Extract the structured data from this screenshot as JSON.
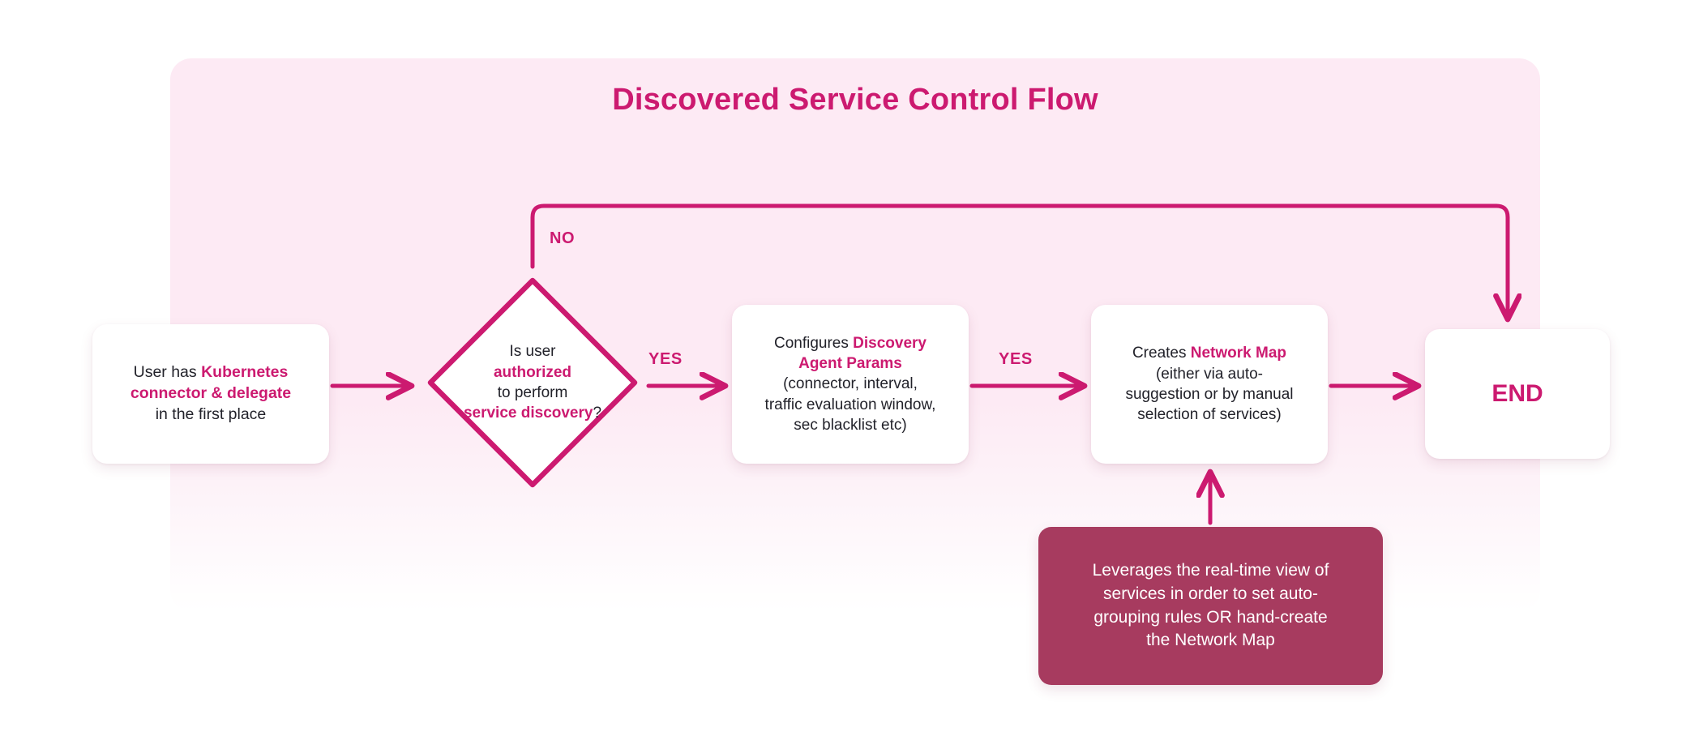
{
  "diagram": {
    "title": "Discovered Service Control Flow",
    "type": "flowchart",
    "colors": {
      "accent": "#cc1a70",
      "panel_background": "#fdeaf4",
      "note_background": "#a73b5f",
      "node_background": "#ffffff",
      "body_text": "#22222a",
      "note_text": "#ffffff"
    },
    "nodes": {
      "start": {
        "shape": "rounded-rectangle",
        "lines": [
          {
            "segments": [
              {
                "text": "User has ",
                "emphasis": false
              },
              {
                "text": "Kubernetes",
                "emphasis": true
              }
            ]
          },
          {
            "segments": [
              {
                "text": "connector & delegate",
                "emphasis": true
              }
            ]
          },
          {
            "segments": [
              {
                "text": "in the first place",
                "emphasis": false
              }
            ]
          }
        ],
        "plain_text": "User has Kubernetes connector & delegate in the first place"
      },
      "decision": {
        "shape": "diamond",
        "lines": [
          {
            "segments": [
              {
                "text": "Is user",
                "emphasis": false
              }
            ]
          },
          {
            "segments": [
              {
                "text": "authorized",
                "emphasis": true
              }
            ]
          },
          {
            "segments": [
              {
                "text": "to perform",
                "emphasis": false
              }
            ]
          },
          {
            "segments": [
              {
                "text": "service discovery",
                "emphasis": true
              },
              {
                "text": "?",
                "emphasis": false
              }
            ]
          }
        ],
        "plain_text": "Is user authorized to perform service discovery?"
      },
      "config": {
        "shape": "rounded-rectangle",
        "lines": [
          {
            "segments": [
              {
                "text": "Configures ",
                "emphasis": false
              },
              {
                "text": "Discovery",
                "emphasis": true
              }
            ]
          },
          {
            "segments": [
              {
                "text": "Agent Params",
                "emphasis": true
              }
            ]
          },
          {
            "segments": [
              {
                "text": "(connector, interval,",
                "emphasis": false
              }
            ]
          },
          {
            "segments": [
              {
                "text": "traffic evaluation window,",
                "emphasis": false
              }
            ]
          },
          {
            "segments": [
              {
                "text": "sec blacklist etc)",
                "emphasis": false
              }
            ]
          }
        ],
        "plain_text": "Configures Discovery Agent Params (connector, interval, traffic evaluation window, sec blacklist etc)"
      },
      "netmap": {
        "shape": "rounded-rectangle",
        "lines": [
          {
            "segments": [
              {
                "text": "Creates ",
                "emphasis": false
              },
              {
                "text": "Network Map",
                "emphasis": true
              }
            ]
          },
          {
            "segments": [
              {
                "text": "(either via auto-",
                "emphasis": false
              }
            ]
          },
          {
            "segments": [
              {
                "text": "suggestion or by manual",
                "emphasis": false
              }
            ]
          },
          {
            "segments": [
              {
                "text": "selection of services)",
                "emphasis": false
              }
            ]
          }
        ],
        "plain_text": "Creates Network Map (either via auto-suggestion or by manual selection of services)"
      },
      "end": {
        "shape": "rounded-rectangle",
        "label": "END"
      },
      "note": {
        "shape": "rounded-rectangle-filled",
        "lines": [
          "Leverages the real-time view of",
          "services in order to set auto-",
          "grouping rules OR hand-create",
          "the Network Map"
        ],
        "plain_text": "Leverages the real-time view of services in order to set auto-grouping rules OR hand-create the Network Map"
      }
    },
    "edges": [
      {
        "from": "start",
        "to": "decision",
        "label": "",
        "direction": "right"
      },
      {
        "from": "decision",
        "to": "config",
        "label": "YES",
        "direction": "right"
      },
      {
        "from": "config",
        "to": "netmap",
        "label": "YES",
        "direction": "right"
      },
      {
        "from": "netmap",
        "to": "end",
        "label": "",
        "direction": "right"
      },
      {
        "from": "decision",
        "to": "end",
        "label": "NO",
        "direction": "up-right-down"
      },
      {
        "from": "note",
        "to": "netmap",
        "label": "",
        "direction": "up"
      }
    ],
    "edge_labels": {
      "no": "NO",
      "yes_1": "YES",
      "yes_2": "YES"
    }
  }
}
